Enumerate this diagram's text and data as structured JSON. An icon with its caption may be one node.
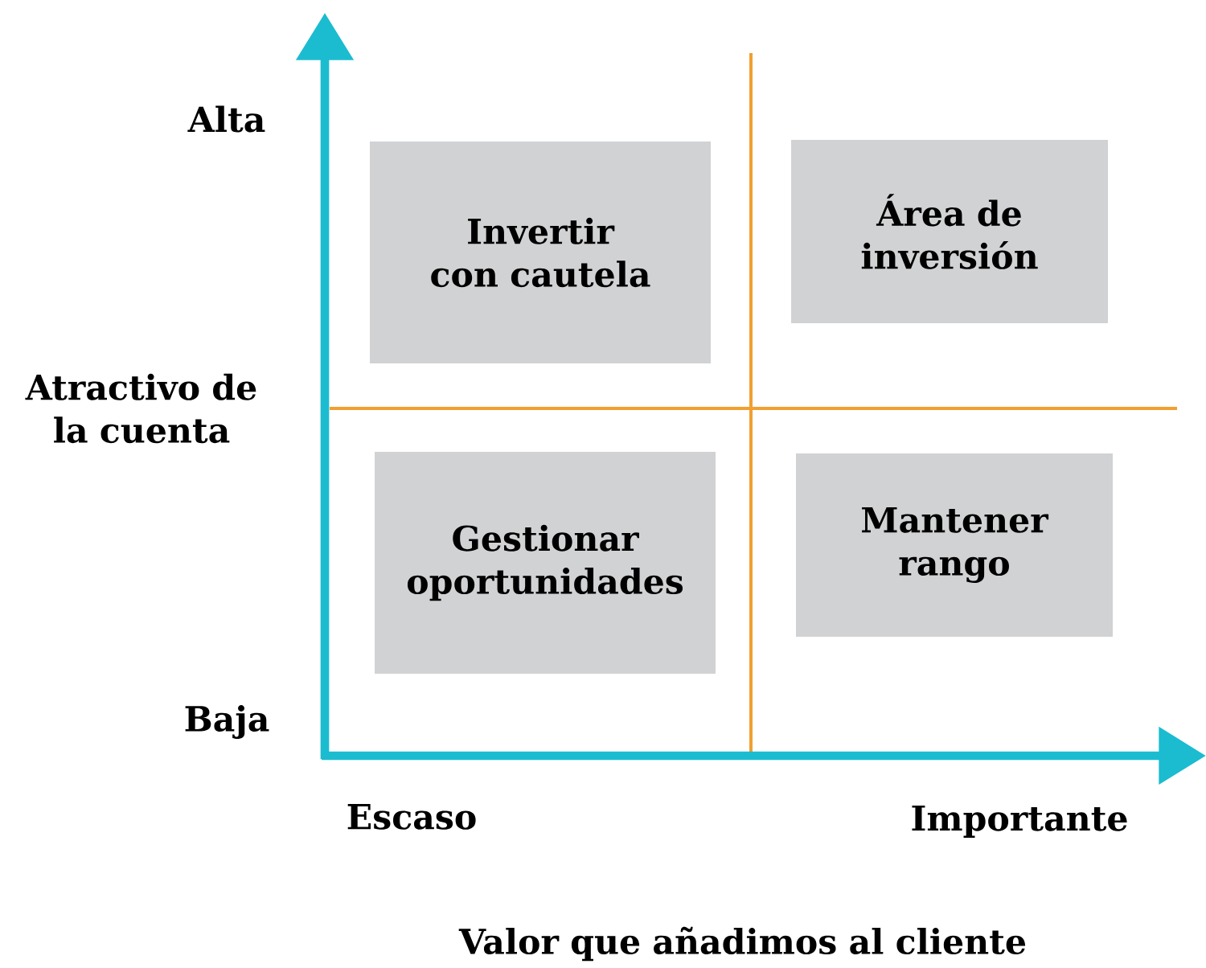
{
  "diagram": {
    "nodes": [
      {
        "text": [
          "Invertir con cautela"
        ]
      },
      {
        "text": [
          "Área de inversión"
        ]
      },
      {
        "text": [
          "Gestionar oportunidades"
        ]
      },
      {
        "text": [
          "Mantener rango"
        ]
      }
    ],
    "labels": [
      "Alta",
      "Atractivo de la cuenta",
      "Baja",
      "Escaso",
      "Importante",
      "Valor que añadimos al cliente"
    ]
  }
}
